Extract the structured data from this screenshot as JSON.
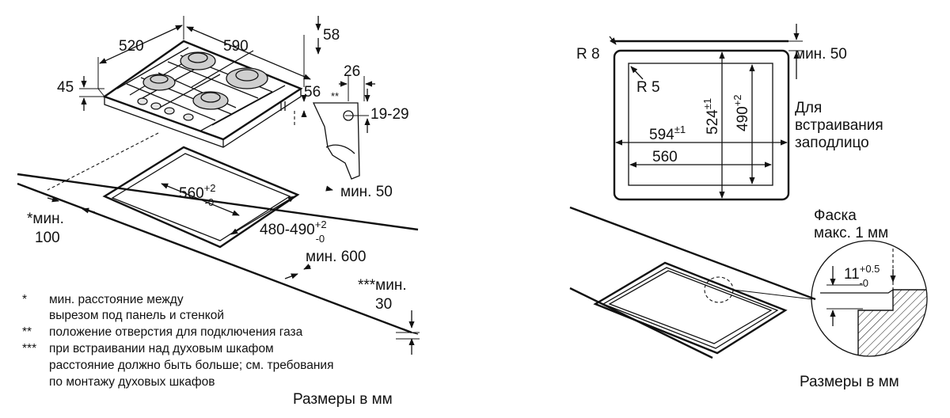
{
  "left": {
    "dims": {
      "d520": "520",
      "d590": "590",
      "d58": "58",
      "d45": "45",
      "d26": "26",
      "d56": "56",
      "d19_29": "19-29",
      "gas_marker": "**",
      "cutout_w_base": "560",
      "cutout_w_sup": "+2",
      "cutout_w_sub": "-0",
      "cutout_d_base": "480-490",
      "cutout_d_sup": "+2",
      "cutout_d_sub": "-0",
      "min50": "мин. 50",
      "min100_a": "*мин.",
      "min100_b": "100",
      "min600": "мин. 600",
      "min30_a": "***мин.",
      "min30_b": "30"
    },
    "notes": [
      {
        "mark": "*",
        "lines": [
          "мин. расстояние между",
          "вырезом под панель и стенкой"
        ]
      },
      {
        "mark": "**",
        "lines": [
          "положение отверстия для подключения газа"
        ]
      },
      {
        "mark": "***",
        "lines": [
          "при встраивании над духовым шкафом",
          "расстояние должно быть больше; см. требования",
          "по монтажу духовых шкафов"
        ]
      }
    ],
    "caption": "Размеры в мм"
  },
  "right": {
    "dims": {
      "r8": "R 8",
      "r5": "R 5",
      "min50": "мин. 50",
      "d594_base": "594",
      "d594_sup": "±1",
      "d560": "560",
      "d524_base": "524",
      "d524_sup": "±1",
      "d490_base": "490",
      "d490_sup": "+2",
      "flush": [
        "Для",
        "встраивания",
        "заподлицо"
      ],
      "chamfer": [
        "Фаска",
        "макс. 1 мм"
      ],
      "d11_base": "11",
      "d11_sup": "+0.5",
      "d11_sub": "-0"
    },
    "caption": "Размеры в мм"
  }
}
